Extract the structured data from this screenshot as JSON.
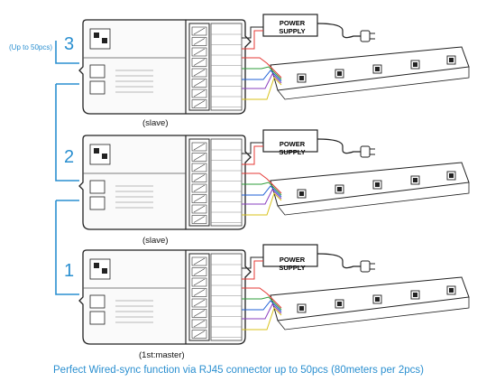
{
  "units": [
    {
      "index_label": "3",
      "role": "(slave)",
      "psu_label1": "POWER",
      "psu_label2": "SUPPLY"
    },
    {
      "index_label": "2",
      "role": "(slave)",
      "psu_label1": "POWER",
      "psu_label2": "SUPPLY"
    },
    {
      "index_label": "1",
      "role": "(1st:master)",
      "psu_label1": "POWER",
      "psu_label2": "SUPPLY"
    }
  ],
  "side_note": "(Up to 50pcs)",
  "caption": "Perfect Wired-sync function via RJ45 connector up to 50pcs (80meters per 2pcs)",
  "colors": {
    "accent": "#2a8fd0",
    "wire_red": "#e53935",
    "wire_green": "#2e9e3a",
    "wire_blue": "#1e5fd6",
    "wire_yellow": "#d8c21a",
    "wire_purple": "#8a3fbf",
    "device_border": "#222222"
  }
}
